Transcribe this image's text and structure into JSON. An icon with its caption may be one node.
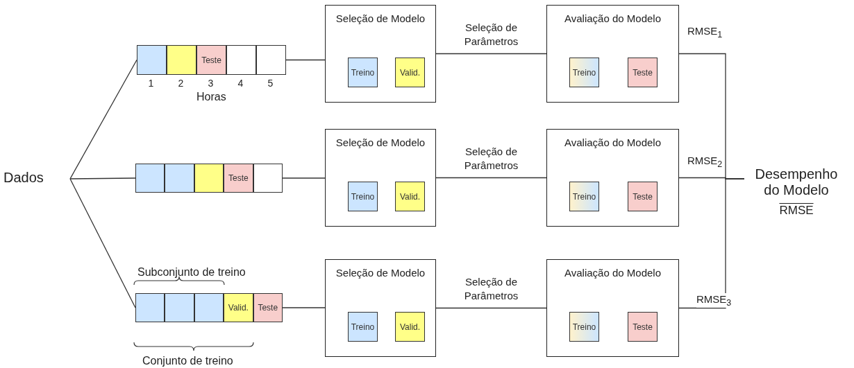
{
  "diagram": {
    "nodes": [
      {
        "text": [
          "Dados"
        ]
      },
      {
        "text": [],
        "shape": "box",
        "beside": [
          "1"
        ]
      },
      {
        "text": [],
        "shape": "box",
        "beside": [
          "2"
        ]
      },
      {
        "text": [
          "Teste"
        ],
        "beside": [
          "3"
        ]
      },
      {
        "text": [],
        "shape": "box",
        "beside": [
          "4"
        ]
      },
      {
        "text": [],
        "shape": "box",
        "beside": [
          "5"
        ]
      },
      {
        "text": [
          "Seleção de Modelo"
        ]
      },
      {
        "text": [
          "Treino"
        ],
        "in": 6
      },
      {
        "text": [
          "Valid."
        ],
        "in": 6
      },
      {
        "text": [
          "Avaliação do Modelo"
        ]
      },
      {
        "text": [
          "Treino"
        ],
        "in": 9
      },
      {
        "text": [
          "Teste"
        ],
        "in": 9
      },
      {
        "text": [],
        "shape": "box"
      },
      {
        "text": [],
        "shape": "box"
      },
      {
        "text": [],
        "shape": "box"
      },
      {
        "text": [
          "Teste"
        ]
      },
      {
        "text": [],
        "shape": "box"
      },
      {
        "text": [
          "Seleção de Modelo"
        ]
      },
      {
        "text": [
          "Treino"
        ],
        "in": 17
      },
      {
        "text": [
          "Valid."
        ],
        "in": 17
      },
      {
        "text": [
          "Avaliação do Modelo"
        ]
      },
      {
        "text": [
          "Treino"
        ],
        "in": 20
      },
      {
        "text": [
          "Teste"
        ],
        "in": 20
      },
      {
        "text": [],
        "shape": "box"
      },
      {
        "text": [],
        "shape": "box"
      },
      {
        "text": [],
        "shape": "box"
      },
      {
        "text": [
          "Valid."
        ]
      },
      {
        "text": [
          "Teste"
        ]
      },
      {
        "text": [
          "Seleção de Modelo"
        ]
      },
      {
        "text": [
          "Treino"
        ],
        "in": 28
      },
      {
        "text": [
          "Valid."
        ],
        "in": 28
      },
      {
        "text": [
          "Avaliação do Modelo"
        ]
      },
      {
        "text": [
          "Treino"
        ],
        "in": 31
      },
      {
        "text": [
          "Teste"
        ],
        "in": 31
      },
      {
        "text": [
          "Desempenho do Modelo",
          "RMSE"
        ]
      }
    ],
    "edges": [
      {
        "from": 0,
        "to": 1,
        "arrow": "none"
      },
      {
        "from": 0,
        "to": 12,
        "arrow": "none"
      },
      {
        "from": 0,
        "to": 23,
        "arrow": "none"
      },
      {
        "from": 5,
        "to": 6,
        "arrow": "none"
      },
      {
        "from": 16,
        "to": 17,
        "arrow": "none"
      },
      {
        "from": 27,
        "to": 28,
        "arrow": "none"
      },
      {
        "from": 6,
        "to": 9,
        "arrow": "none",
        "label": "Seleção de Parâmetros"
      },
      {
        "from": 17,
        "to": 20,
        "arrow": "none",
        "label": "Seleção de Parâmetros"
      },
      {
        "from": 28,
        "to": 31,
        "arrow": "none",
        "label": "Seleção de Parâmetros"
      },
      {
        "from": 9,
        "to": 34,
        "arrow": "none",
        "label": "RMSE$_{1}$"
      },
      {
        "from": 20,
        "to": 34,
        "arrow": "none",
        "label": "RMSE$_{2}$"
      },
      {
        "from": 31,
        "to": 34,
        "arrow": "none",
        "label": "RMSE$_{3}$"
      }
    ],
    "labels": [
      "Horas",
      "Subconjunto de treino",
      "Conjunto de treino"
    ]
  }
}
